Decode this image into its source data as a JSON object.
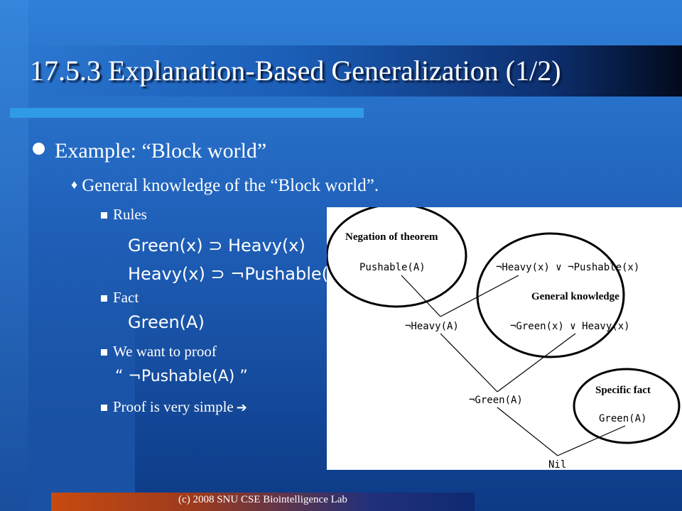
{
  "slide": {
    "title": "17.5.3 Explanation-Based Generalization (1/2)",
    "bullet_1": "Example: “Block world”",
    "bullet_2": "General knowledge of the “Block world”.",
    "rules_label": "Rules",
    "rule_1": "Green(x) ⊃ Heavy(x)",
    "rule_2": "Heavy(x) ⊃ ¬Pushable(x)",
    "fact_label": "Fact",
    "fact_1": "Green(A)",
    "want_label": "We want to proof",
    "want_formula": "“ ¬Pushable(A) ”",
    "proof_label": "Proof is very simple",
    "footer": "(c) 2008 SNU CSE Biointelligence Lab"
  },
  "diagram": {
    "negation_label": "Negation of theorem",
    "general_label": "General knowledge",
    "specific_label": "Specific fact",
    "pushable_a": "Pushable(A)",
    "clause_general_1": "¬Heavy(x) ∨ ¬Pushable(x)",
    "not_heavy_a": "¬Heavy(A)",
    "clause_general_2": "¬Green(x) ∨ Heavy(x)",
    "not_green_a": "¬Green(A)",
    "green_a": "Green(A)",
    "nil": "Nil"
  },
  "colors": {
    "background_top": "#2f7fd8",
    "background_bottom": "#0d3a86",
    "accent_line": "#2f9be6",
    "footer_orange": "#c84a10"
  }
}
